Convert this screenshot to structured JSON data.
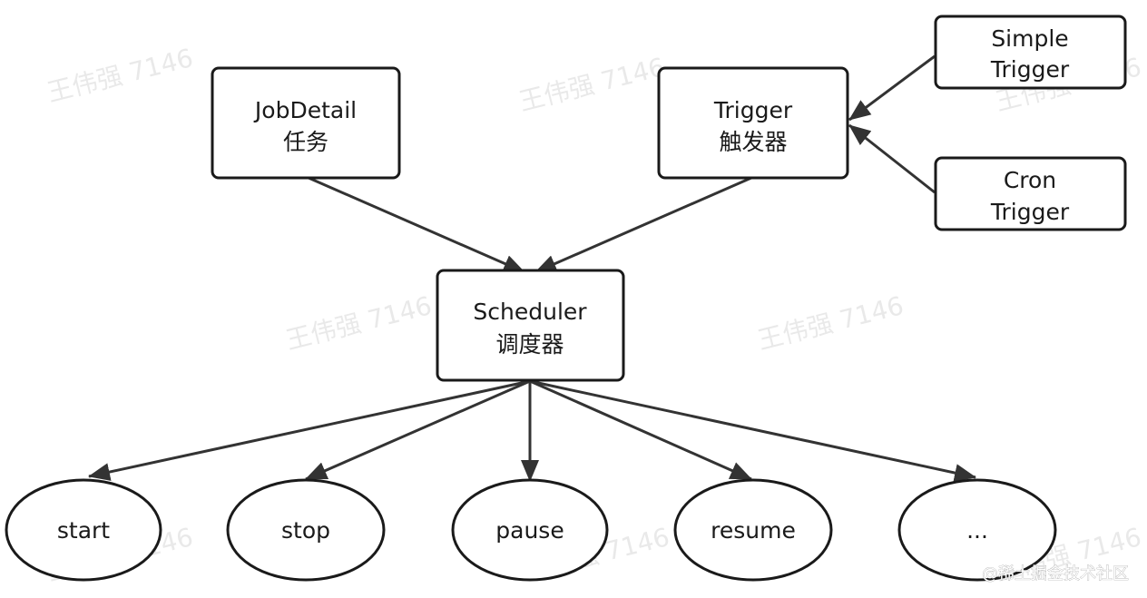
{
  "boxes": {
    "jobdetail": {
      "line1": "JobDetail",
      "line2": "任务"
    },
    "trigger": {
      "line1": "Trigger",
      "line2": "触发器"
    },
    "simple_trigger": {
      "line1": "Simple",
      "line2": "Trigger"
    },
    "cron_trigger": {
      "line1": "Cron",
      "line2": "Trigger"
    },
    "scheduler": {
      "line1": "Scheduler",
      "line2": "调度器"
    }
  },
  "actions": [
    "start",
    "stop",
    "pause",
    "resume",
    "..."
  ],
  "watermark": "王伟强 7146",
  "credit": "@稀土掘金技术社区",
  "colors": {
    "stroke": "#1a1a1a",
    "arrow": "#333333",
    "background": "#ffffff"
  }
}
